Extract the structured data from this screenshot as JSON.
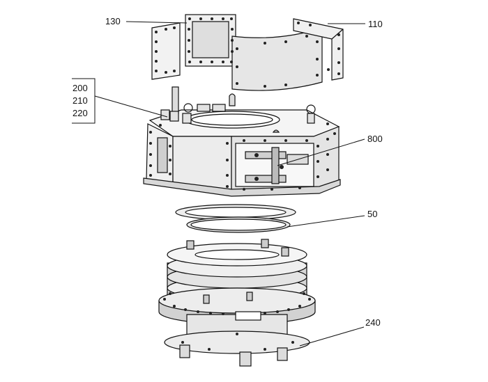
{
  "figure": {
    "labels": {
      "l130": "130",
      "l110": "110",
      "l200": "200",
      "l210": "210",
      "l220": "220",
      "l800": "800",
      "l50": "50",
      "l240": "240"
    },
    "colors": {
      "line": "#111111",
      "fill_light": "#f4f4f4",
      "fill_mid": "#dcdcdc",
      "fill_dark": "#b8b8b8"
    }
  }
}
